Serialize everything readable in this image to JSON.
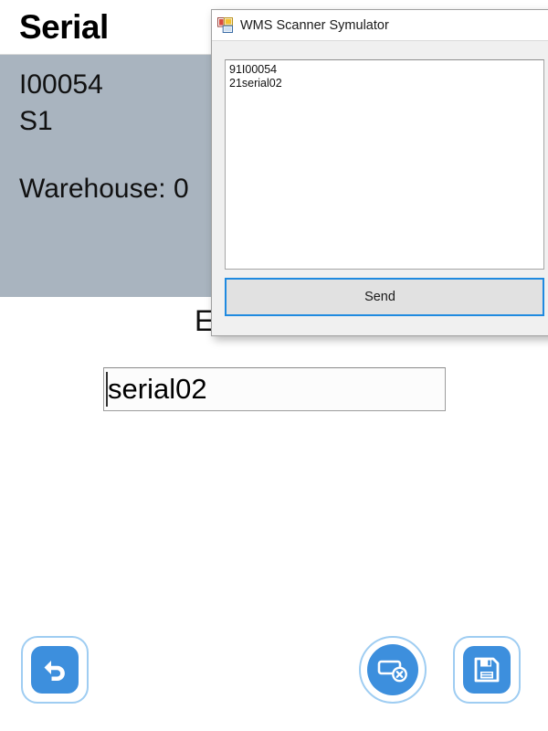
{
  "app": {
    "header": {
      "title": "Serial"
    },
    "info_panel": {
      "item_code": "I00054",
      "location": "S1",
      "warehouse": "Warehouse: 0"
    },
    "field_label": "E",
    "serial_input": {
      "value": "serial02",
      "placeholder": ""
    },
    "actions": {
      "back_label": "back-arrow-icon",
      "clear_label": "clear-field-icon",
      "save_label": "save-floppy-icon"
    },
    "colors": {
      "panel_grey": "#a9b4bf",
      "accent_blue": "#3d8fdd",
      "button_ring": "#9fcdf2"
    }
  },
  "dialog": {
    "title": "WMS Scanner Symulator",
    "icon": "windows-forms-app-icon",
    "scan_log": "91I00054\n21serial02",
    "send_label": "Send",
    "focus_color": "#1f8ae0"
  }
}
